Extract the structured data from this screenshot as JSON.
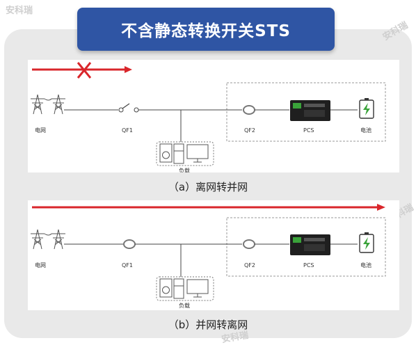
{
  "title": "不含静态转换开关STS",
  "watermark": "安科瑞",
  "diagram_a": {
    "caption": "（a）离网转并网",
    "labels": {
      "grid": "电网",
      "qf1": "QF1",
      "qf2": "QF2",
      "pcs": "PCS",
      "battery": "电池",
      "load": "负载"
    }
  },
  "diagram_b": {
    "caption": "（b）并网转离网",
    "labels": {
      "grid": "电网",
      "qf1": "QF1",
      "qf2": "QF2",
      "pcs": "PCS",
      "battery": "电池",
      "load": "负载"
    }
  },
  "colors": {
    "banner": "#2f55a4",
    "arrow": "#d9262b",
    "battery": "#3aa33a",
    "pcs": "#1f1f1f"
  }
}
